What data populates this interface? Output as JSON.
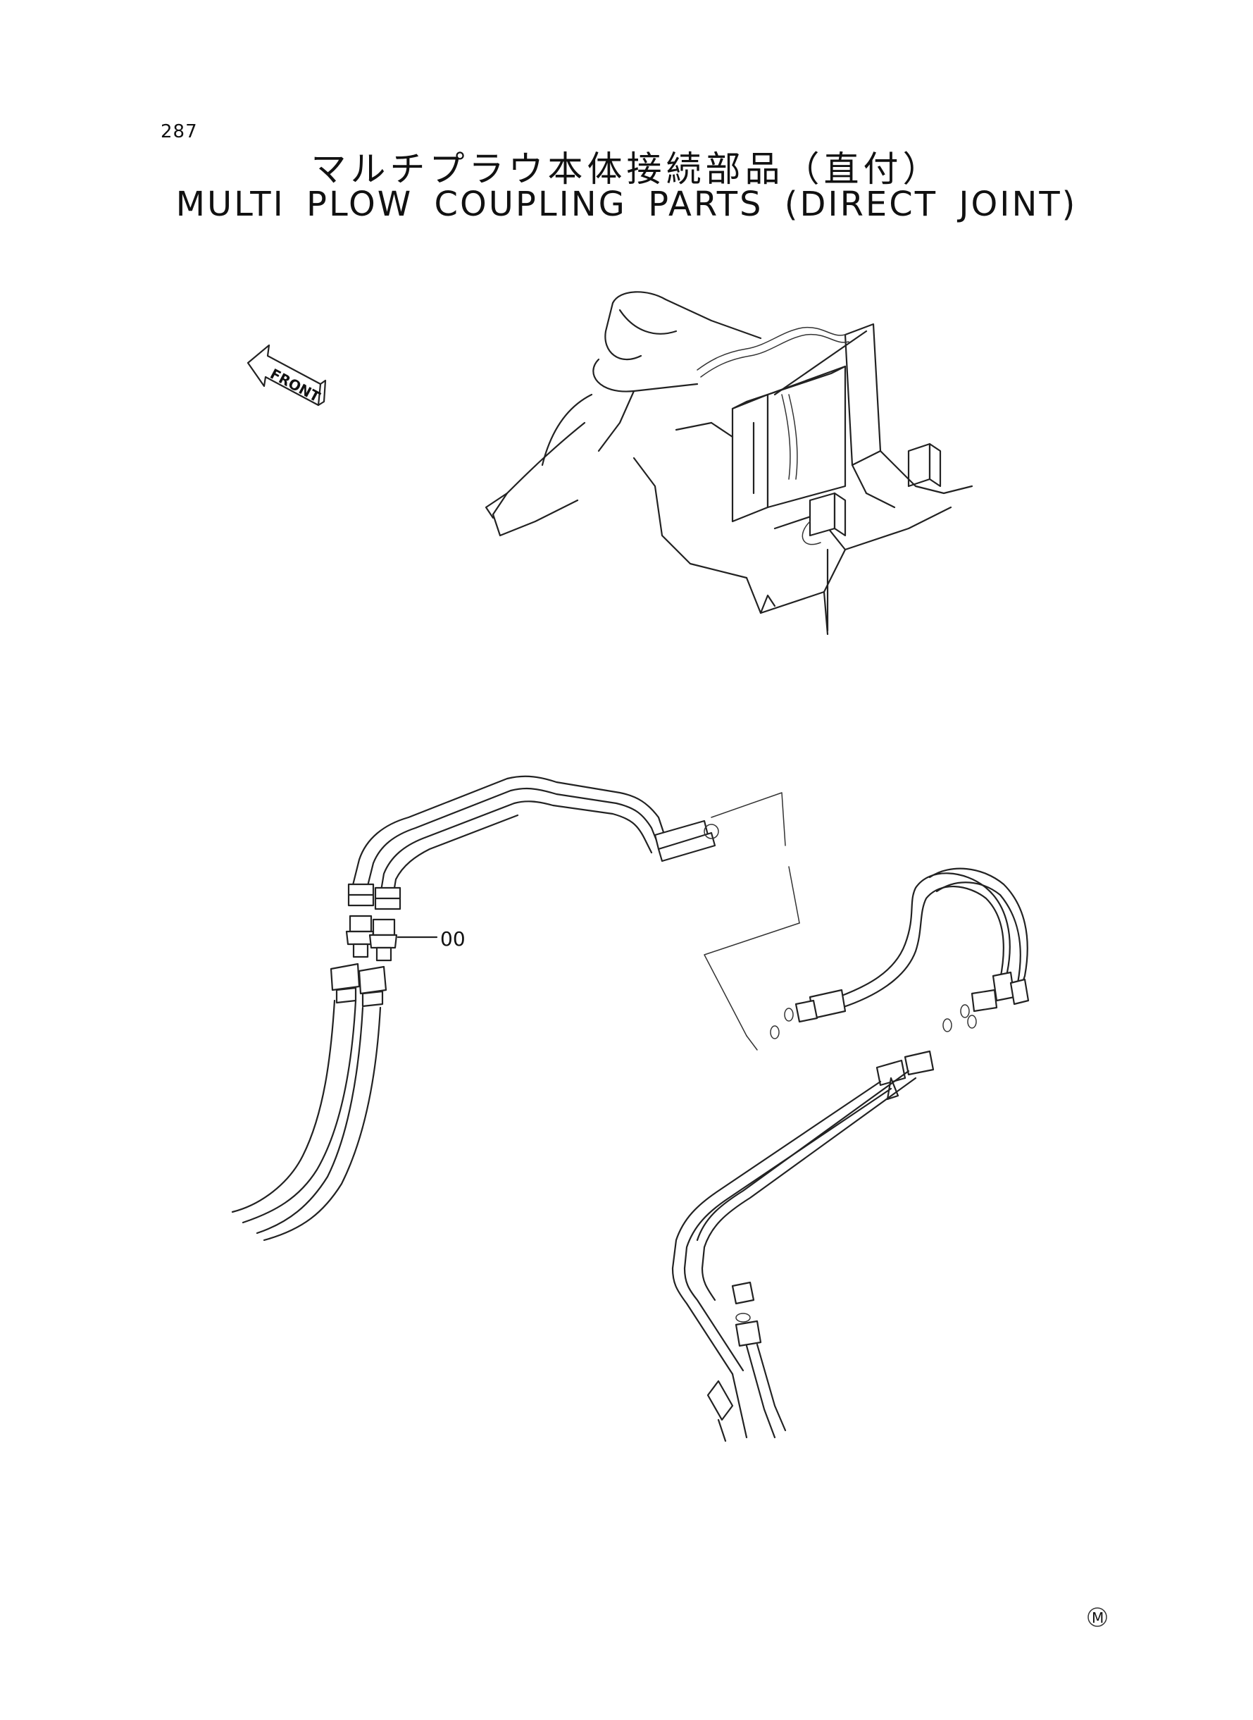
{
  "page_number": "287",
  "title_jp": "マルチプラウ本体接続部品（直付）",
  "title_en": "MULTI PLOW COUPLING PARTS (DIRECT JOINT)",
  "front_label": "FRONT",
  "callouts": [
    {
      "label": "00"
    }
  ],
  "mark": "M"
}
